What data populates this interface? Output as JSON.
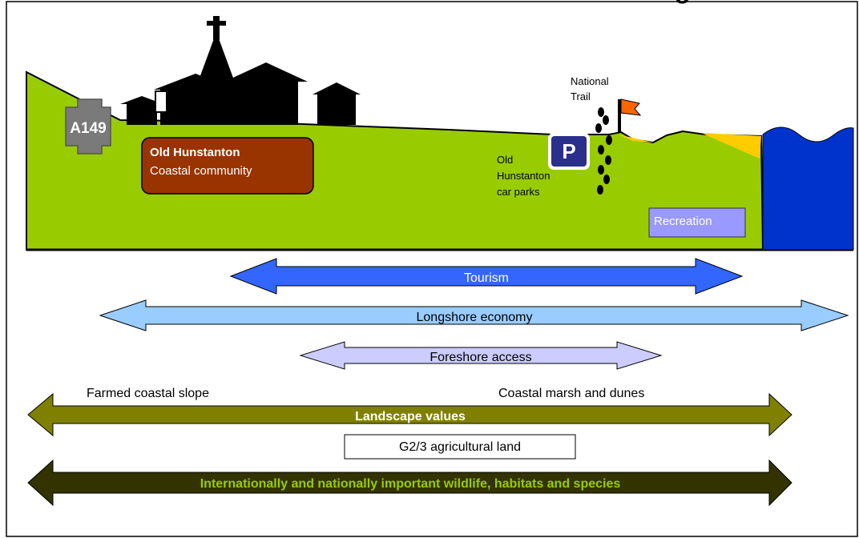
{
  "header": {
    "title_fragment": "g"
  },
  "road_sign": {
    "label": "A149",
    "color": "#7a7a7a"
  },
  "community_box": {
    "title": "Old Hunstanton",
    "subtitle": "Coastal community",
    "color": "#993300"
  },
  "national_trail": {
    "line1": "National",
    "line2": "Trail",
    "flag_color": "#ff6600"
  },
  "parking": {
    "symbol": "P",
    "label_line1": "Old",
    "label_line2": "Hunstanton",
    "label_line3": "car parks",
    "color": "#2b2f8c"
  },
  "recreation": {
    "label": "Recreation",
    "color": "#9999ff"
  },
  "arrows": {
    "tourism": "Tourism",
    "longshore": "Longshore economy",
    "foreshore": "Foreshore access",
    "landscape": "Landscape values",
    "wildlife": "Internationally and nationally important wildlife, habitats and species"
  },
  "labels": {
    "farmed_slope": "Farmed coastal slope",
    "coastal_marsh": "Coastal marsh and dunes",
    "agricultural_land": "G2/3  agricultural land"
  },
  "colors": {
    "land": "#99cc00",
    "sea": "#0033cc",
    "tourism": "#3366ff",
    "longshore": "#99ccff",
    "foreshore": "#ccccff",
    "landscape": "#808000",
    "wildlife": "#333300",
    "sand": "#ffcc00"
  }
}
